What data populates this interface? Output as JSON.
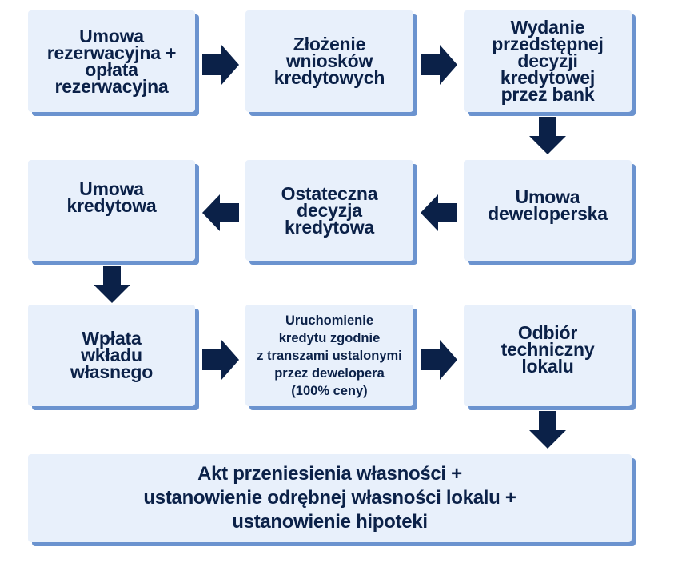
{
  "diagram": {
    "type": "process-flowchart",
    "colors": {
      "box_fill": "#e8f0fb",
      "box_shadow": "#6b93cf",
      "text": "#0b2148",
      "arrow": "#0b2148"
    },
    "steps": [
      {
        "id": 1,
        "label": "Umowa\nrezerwacyjna +\nopłata\nrezerwacyjna"
      },
      {
        "id": 2,
        "label": "Złożenie\nwniosków\nkredytowych"
      },
      {
        "id": 3,
        "label": "Wydanie\nprzedstępnej\ndecyzji\nkredytowej\nprzez bank"
      },
      {
        "id": 4,
        "label": "Umowa\ndeweloperska"
      },
      {
        "id": 5,
        "label": "Ostateczna\ndecyzja\nkredytowa"
      },
      {
        "id": 6,
        "label": "Umowa\nkredytowa"
      },
      {
        "id": 7,
        "label": "Wpłata\nwkładu\nwłasnego"
      },
      {
        "id": 8,
        "label": "Uruchomienie\nkredytu zgodnie\nz transzami ustalonymi\nprzez dewelopera\n(100% ceny)"
      },
      {
        "id": 9,
        "label": "Odbiór\ntechniczny\nlokalu"
      },
      {
        "id": 10,
        "label": "Akt przeniesienia własności +\nustanowienie odrębnej własności lokalu +\nustanowienie hipoteki"
      }
    ],
    "arrows": [
      {
        "from": 1,
        "to": 2,
        "direction": "right"
      },
      {
        "from": 2,
        "to": 3,
        "direction": "right"
      },
      {
        "from": 3,
        "to": 4,
        "direction": "down"
      },
      {
        "from": 4,
        "to": 5,
        "direction": "left"
      },
      {
        "from": 5,
        "to": 6,
        "direction": "left"
      },
      {
        "from": 6,
        "to": 7,
        "direction": "down"
      },
      {
        "from": 7,
        "to": 8,
        "direction": "right"
      },
      {
        "from": 8,
        "to": 9,
        "direction": "right"
      },
      {
        "from": 9,
        "to": 10,
        "direction": "down"
      }
    ]
  }
}
